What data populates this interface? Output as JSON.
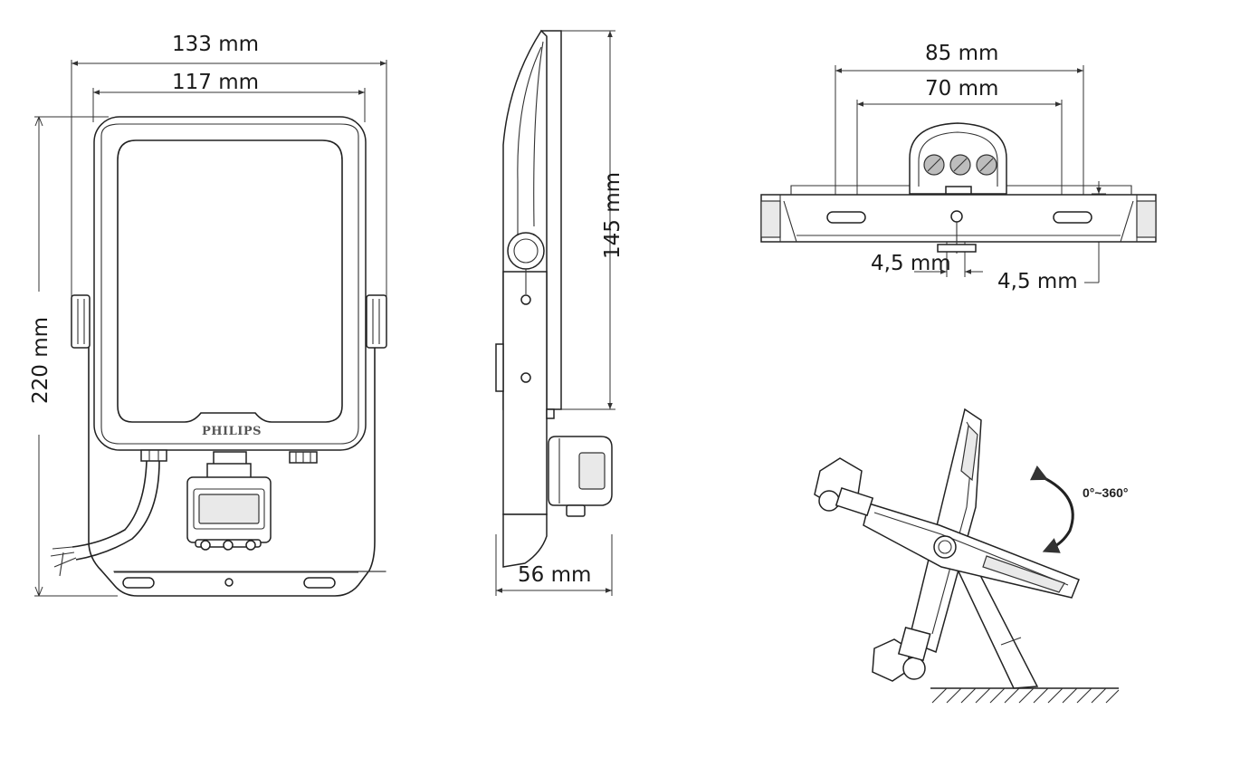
{
  "front_view": {
    "dim_width_outer": "133 mm",
    "dim_width_inner": "117 mm",
    "dim_height": "220 mm",
    "brand": "PHILIPS"
  },
  "side_view": {
    "dim_height": "145 mm",
    "dim_depth": "56 mm"
  },
  "top_view": {
    "dim_outer": "85 mm",
    "dim_inner": "70 mm",
    "dim_hole_a": "4,5 mm",
    "dim_hole_b": "4,5 mm"
  },
  "rotation_view": {
    "rotation_label": "0°~360°"
  },
  "colors": {
    "line": "#222222",
    "panel_fill": "#ffffff",
    "background": "#ffffff"
  }
}
